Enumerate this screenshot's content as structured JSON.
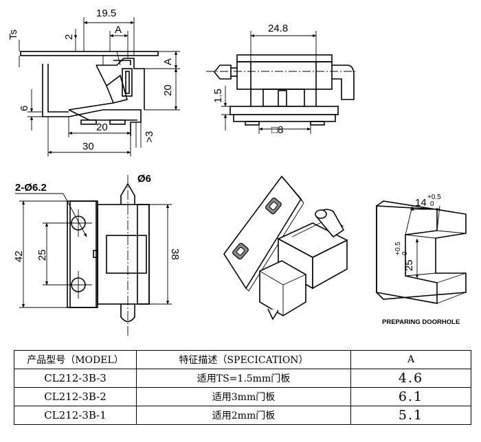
{
  "views": {
    "side": {
      "ts": "Ts",
      "d_19_5": "19.5",
      "d_2": "2",
      "d_a_top": "A",
      "d_a_right": "A",
      "d_20_right": "20",
      "d_6": "6",
      "d_20_bottom": "20",
      "d_30": "30",
      "d_gt3": ">3"
    },
    "top": {
      "d_24_8": "24.8",
      "d_1_5": "1.5",
      "d_sq8": "□8"
    },
    "front": {
      "d_holes": "2-Ø6.2",
      "d_pin": "Ø6",
      "d_42": "42",
      "d_25": "25",
      "d_38": "38"
    },
    "doorhole": {
      "d_14": "14",
      "d_14_tol_plus": "+0.5",
      "d_14_tol_zero": "0",
      "d_25": "25",
      "d_25_tol_plus": "+0.5",
      "d_25_tol_zero": "0",
      "caption": "PREPARING DOORHOLE"
    }
  },
  "table": {
    "headers": [
      "产品型号（MODEL）",
      "特征描述（SPECICATION）",
      "A"
    ],
    "rows": [
      {
        "model": "CL212-3B-3",
        "desc": "适用TS=1.5mm门板",
        "a": "4.6"
      },
      {
        "model": "CL212-3B-2",
        "desc": "适用3mm门板",
        "a": "6.1"
      },
      {
        "model": "CL212-3B-1",
        "desc": "适用2mm门板",
        "a": "5.1"
      }
    ]
  }
}
